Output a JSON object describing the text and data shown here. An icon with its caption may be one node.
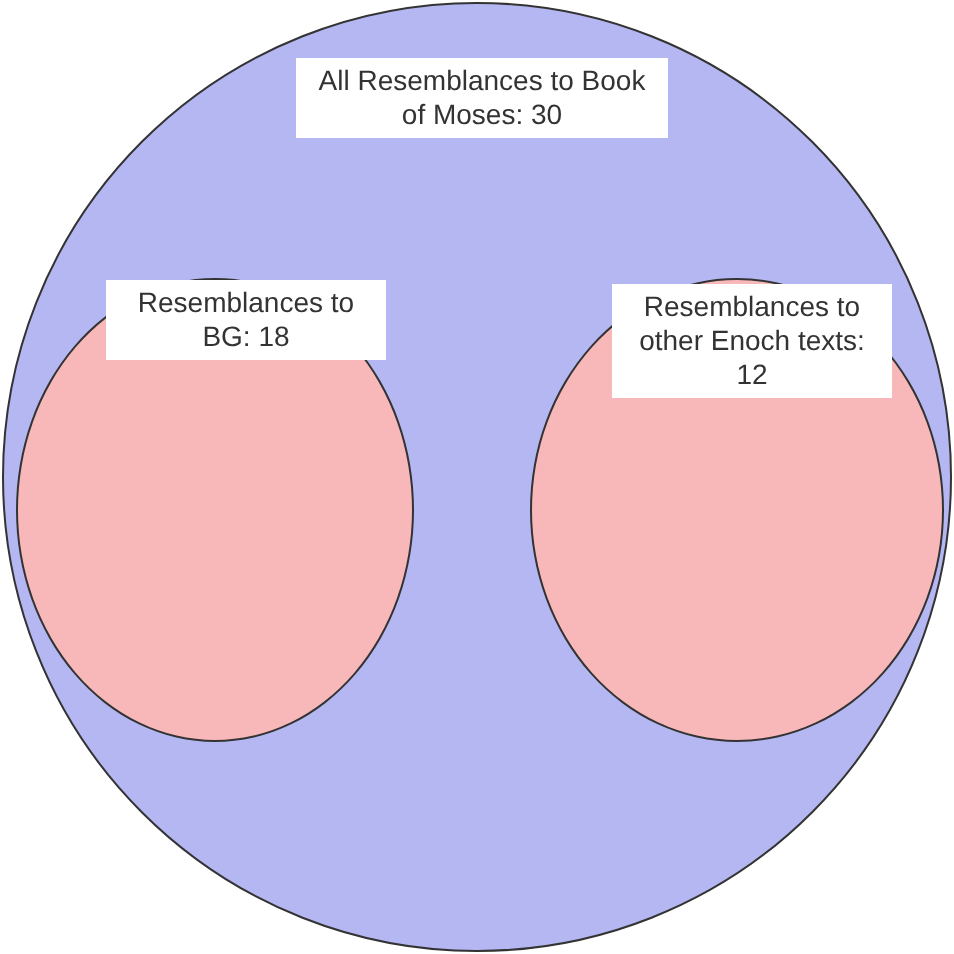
{
  "diagram": {
    "nodes": [
      {
        "text": [
          "All Resemblances to Book of Moses: 30"
        ]
      },
      {
        "text": [
          "Resemblances to BG: 18"
        ],
        "in": 0
      },
      {
        "text": [
          "Resemblances to other Enoch texts: 12"
        ],
        "in": 0
      }
    ]
  }
}
